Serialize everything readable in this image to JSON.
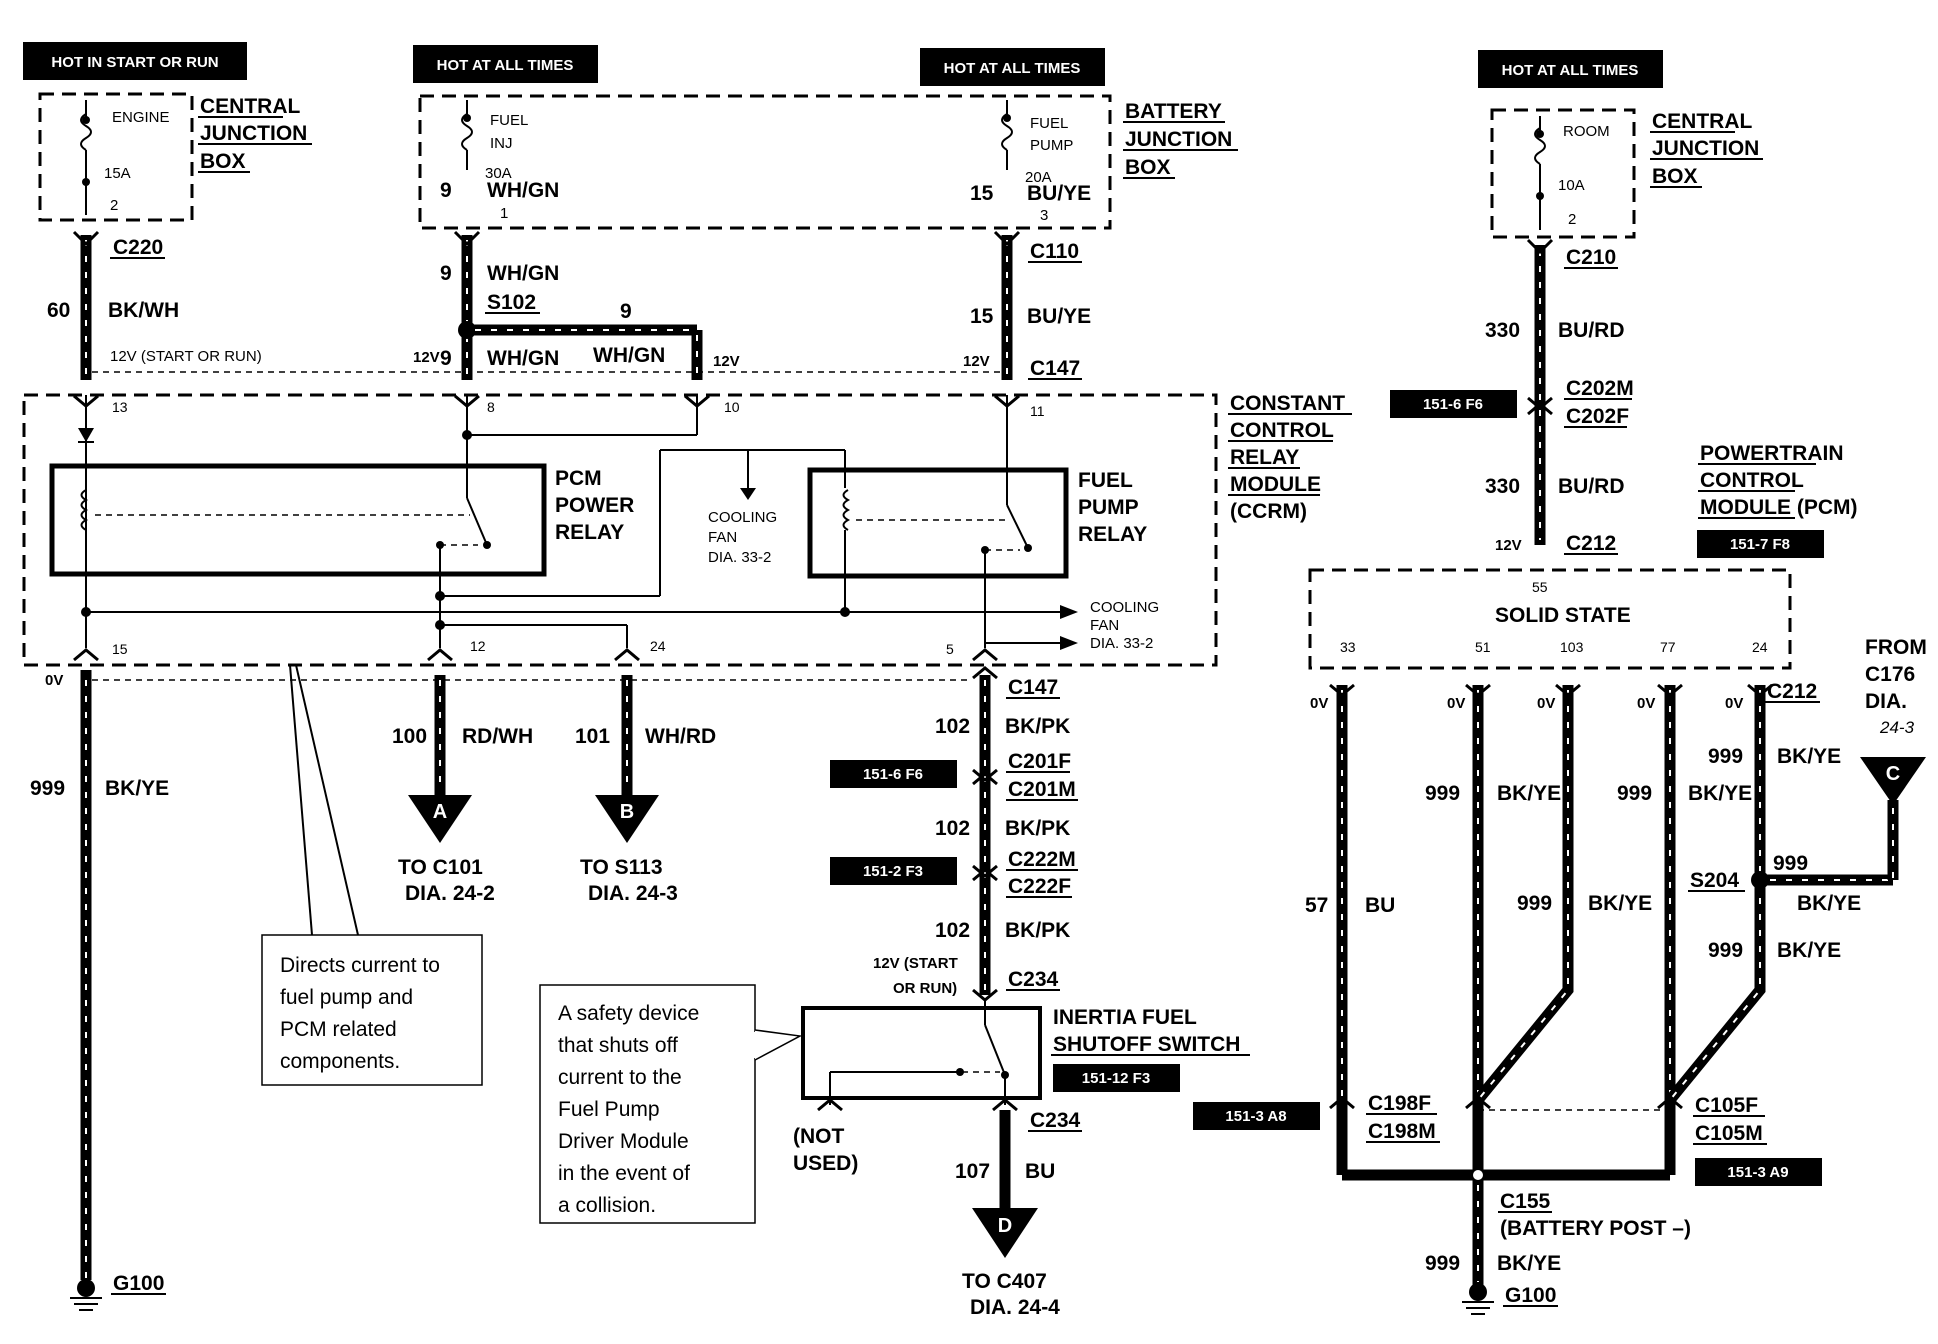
{
  "labels": {
    "hot_start_run": "HOT IN START OR RUN",
    "hot_all_times_1": "HOT AT ALL TIMES",
    "hot_all_times_2": "HOT AT ALL TIMES",
    "hot_all_times_3": "HOT AT ALL TIMES",
    "central_junction_box_1": [
      "CENTRAL",
      "JUNCTION",
      "BOX"
    ],
    "battery_junction_box": [
      "BATTERY",
      "JUNCTION",
      "BOX"
    ],
    "central_junction_box_2": [
      "CENTRAL",
      "JUNCTION",
      "BOX"
    ],
    "fuse_engine": {
      "name": "ENGINE",
      "amps": "15A",
      "pin": "2"
    },
    "fuse_fuel_inj": {
      "name1": "FUEL",
      "name2": "INJ",
      "amps": "30A",
      "pin": "1"
    },
    "fuse_fuel_pump": {
      "name1": "FUEL",
      "name2": "PUMP",
      "amps": "20A",
      "pin": "3"
    },
    "fuse_room": {
      "name": "ROOM",
      "amps": "10A",
      "pin": "2"
    },
    "ccrm": [
      "CONSTANT",
      "CONTROL",
      "RELAY",
      "MODULE",
      "(CCRM)"
    ],
    "pcm_relay": [
      "PCM",
      "POWER",
      "RELAY"
    ],
    "fuel_pump_relay": [
      "FUEL",
      "PUMP",
      "RELAY"
    ],
    "cooling_fan_1": [
      "COOLING",
      "FAN",
      "DIA. 33-2"
    ],
    "cooling_fan_2": [
      "COOLING",
      "FAN",
      "DIA. 33-2"
    ],
    "pcm": [
      "POWERTRAIN",
      "CONTROL",
      "MODULE (PCM)"
    ],
    "solid_state": "SOLID  STATE",
    "inertia": [
      "INERTIA FUEL",
      "SHUTOFF SWITCH"
    ],
    "not_used": [
      "(NOT",
      "USED)"
    ],
    "from_c176": [
      "FROM",
      "C176",
      "DIA.",
      "24-3"
    ],
    "to_c101": [
      "TO C101",
      "DIA. 24-2"
    ],
    "to_s113": [
      "TO S113",
      "DIA. 24-3"
    ],
    "to_c407": [
      "TO C407",
      "DIA. 24-4"
    ],
    "battery_post": "(BATTERY POST –)",
    "v12_start_run": "12V (START OR RUN)",
    "v12_start_or_run_2": [
      "12V (START",
      "OR RUN)"
    ]
  },
  "connectors": [
    "C220",
    "C110",
    "C147",
    "C147",
    "C201F",
    "C201M",
    "C222M",
    "C222F",
    "C234",
    "C234",
    "C210",
    "C202M",
    "C202F",
    "C212",
    "C212",
    "C198F",
    "C198M",
    "C105F",
    "C105M",
    "C155",
    "S102",
    "S204",
    "G100",
    "G100"
  ],
  "wires": [
    {
      "num": "60",
      "color": "BK/WH"
    },
    {
      "num": "9",
      "color": "WH/GN"
    },
    {
      "num": "15",
      "color": "BU/YE"
    },
    {
      "num": "100",
      "color": "RD/WH"
    },
    {
      "num": "101",
      "color": "WH/RD"
    },
    {
      "num": "999",
      "color": "BK/YE"
    },
    {
      "num": "102",
      "color": "BK/PK"
    },
    {
      "num": "107",
      "color": "BU"
    },
    {
      "num": "330",
      "color": "BU/RD"
    },
    {
      "num": "57",
      "color": "BU"
    }
  ],
  "page_refs": [
    "151-6 F6",
    "151-2 F3",
    "151-12 F3",
    "151-3 A8",
    "151-6 F6",
    "151-7 F8",
    "151-3 A9"
  ],
  "circles": [
    "A",
    "B",
    "C",
    "D"
  ],
  "pins": {
    "ccrm": [
      "13",
      "8",
      "10",
      "11",
      "15",
      "12",
      "24",
      "5"
    ],
    "pcm": [
      "55",
      "33",
      "51",
      "103",
      "77",
      "24"
    ]
  },
  "voltages": {
    "v0": "0V",
    "v12": "12V"
  },
  "notes": {
    "ccrm_note": [
      "Directs current to",
      "fuel pump and",
      "PCM related",
      "components."
    ],
    "inertia_note": [
      "A safety device",
      "that shuts off",
      "current to the",
      "Fuel Pump",
      "Driver Module",
      "in the event of",
      "a collision."
    ]
  }
}
